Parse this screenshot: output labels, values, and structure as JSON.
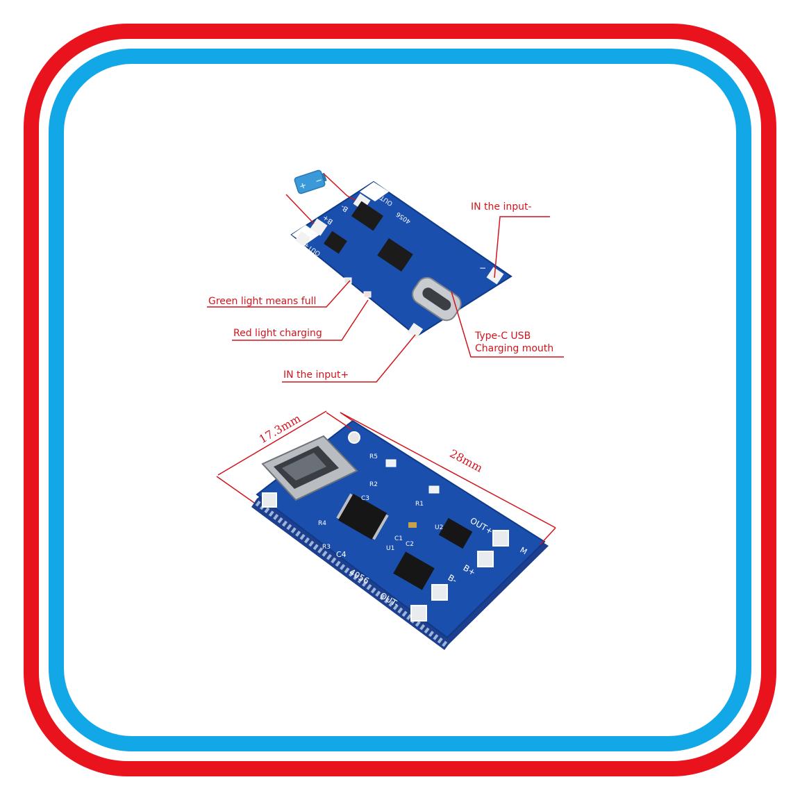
{
  "colors": {
    "outer_frame": "#e8131c",
    "inner_frame": "#12a7e6",
    "annotation": "#d2141c",
    "pcb": "#1a4fae",
    "battery": "#3a9ad9"
  },
  "callouts": {
    "in_input_minus": "IN the input-",
    "green_light": "Green light means full",
    "red_light": "Red light charging",
    "in_input_plus": "IN the input+",
    "type_c_line1": "Type-C USB",
    "type_c_line2": "Charging mouth"
  },
  "dimensions": {
    "width": "17.3mm",
    "length": "28mm"
  },
  "top_board_silk": {
    "b_minus": "B-",
    "b_plus": "B+",
    "out_minus": "OUT-",
    "out_plus": "OUT+",
    "chip": "4056",
    "minus": "−",
    "battery_plus": "+",
    "battery_minus": "−"
  },
  "bottom_board_silk": {
    "out_plus": "OUT+",
    "out_minus": "OUT-",
    "b_plus": "B+",
    "b_minus": "B-",
    "chip": "4056",
    "r1": "R1",
    "r2": "R2",
    "r3": "R3",
    "r4": "R4",
    "r5": "R5",
    "c1": "C1",
    "c2": "C2",
    "c3": "C3",
    "c4": "C4",
    "u1": "U1",
    "u2": "U2",
    "m": "M"
  }
}
